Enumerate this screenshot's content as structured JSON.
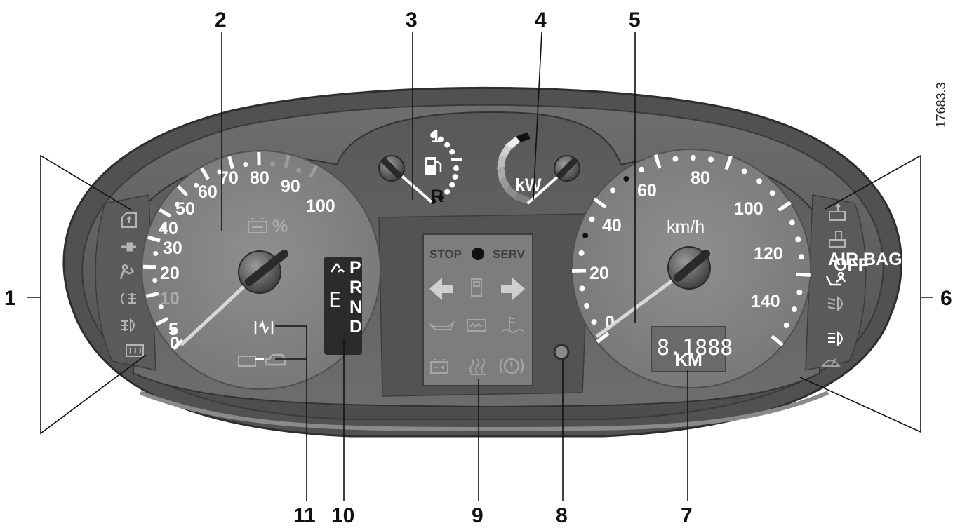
{
  "diagram": {
    "reference_code": "17683.3",
    "callouts": [
      "1",
      "2",
      "3",
      "4",
      "5",
      "6",
      "7",
      "8",
      "9",
      "10",
      "11"
    ],
    "tachometer": {
      "labels": [
        "0",
        "5",
        "10",
        "20",
        "30",
        "40",
        "50",
        "60",
        "70",
        "80",
        "90",
        "100"
      ],
      "percent_label": "%"
    },
    "fuel_gauge": {
      "top_label": "1",
      "bottom_label": "R"
    },
    "power_gauge": {
      "unit": "kW"
    },
    "speedometer": {
      "unit": "km/h",
      "labels": [
        "0",
        "20",
        "40",
        "60",
        "80",
        "100",
        "120",
        "140"
      ]
    },
    "gear_indicator": {
      "current": "E",
      "positions": [
        "P",
        "R",
        "N",
        "D"
      ]
    },
    "warning_panel": {
      "stop_label": "STOP",
      "service_label": "SERV"
    },
    "odometer": {
      "value": "8.1888",
      "unit": "KM"
    },
    "airbag_label": {
      "line1": "AIR BAG",
      "line2": "OFF"
    },
    "icons": {
      "left_column": [
        "boot-open-icon",
        "plug-icon",
        "seatbelt-icon",
        "rear-fog-icon",
        "front-fog-icon",
        "rear-defrost-icon"
      ],
      "right_column": [
        "door-open-icon",
        "door-lock-icon",
        "airbag-off-icon",
        "dipped-beam-icon",
        "main-beam-icon",
        "wiper-icon"
      ],
      "warning_panel": [
        "turn-left-icon",
        "fuel-pump-icon",
        "turn-right-icon",
        "oil-can-icon",
        "gearbox-fault-icon",
        "coolant-temp-icon",
        "battery-icon",
        "glow-plug-icon",
        "brake-icon"
      ]
    }
  }
}
